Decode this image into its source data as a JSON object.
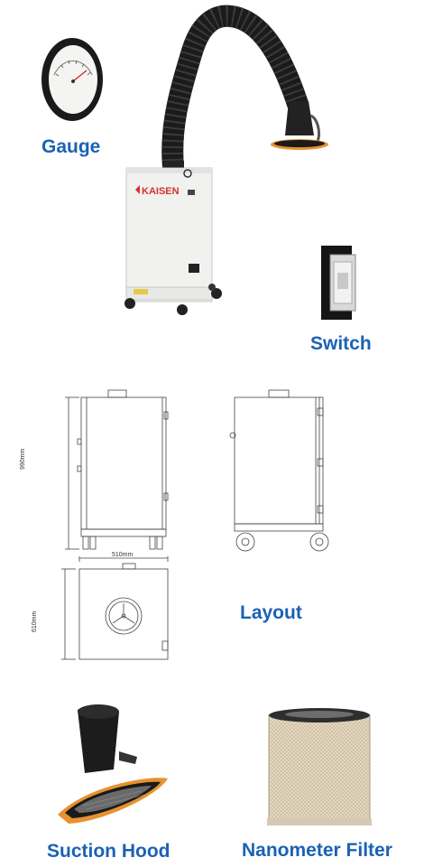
{
  "labels": {
    "gauge": "Gauge",
    "switch": "Switch",
    "layout": "Layout",
    "suction_hood": "Suction Hood",
    "nanometer_filter": "Nanometer Filter"
  },
  "brand": "KAISEN",
  "dimensions": {
    "height": "990mm",
    "width": "510mm",
    "depth": "610mm"
  },
  "colors": {
    "label": "#1b62b5",
    "brand_red": "#d6332b",
    "hood_orange": "#e8912f"
  }
}
